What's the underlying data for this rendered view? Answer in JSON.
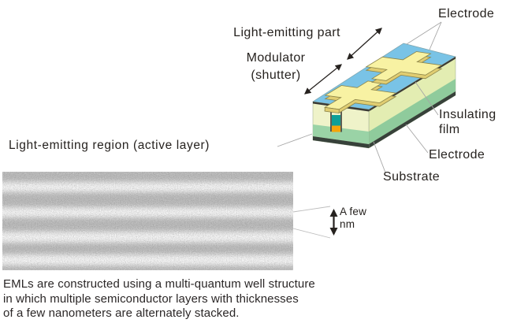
{
  "figure": {
    "device_labels": {
      "light_emitting_part": "Light-emitting part",
      "modulator": "Modulator",
      "modulator_sub": "(shutter)",
      "electrode_top": "Electrode",
      "insulating": "Insulating",
      "insulating_sub": "film",
      "electrode_bottom": "Electrode",
      "substrate": "Substrate",
      "light_emitting_region": "Light-emitting region (active layer)"
    },
    "micrograph": {
      "scale_label_line1": "A few",
      "scale_label_line2": "nm",
      "description": "TEM cross-section with alternating dark and light horizontal layers"
    },
    "caption_lines": [
      "EMLs are constructed using a multi-quantum well structure",
      "in which multiple semiconductor layers with thicknesses",
      "of a few nanometers are alternately stacked."
    ],
    "colors": {
      "insulating_film_blue": "#79c3e6",
      "electrode_cross_yellow": "#f8f2a3",
      "electrode_cross_side_yellow": "#e0cd72",
      "epi_layer_front": "#eff3c9",
      "epi_layer_side": "#e3edb2",
      "substrate_green_front": "#9ad3a6",
      "substrate_green_side": "#8fcb9c",
      "electrode_dark_layer": "#3a3a36",
      "active_region_teal": "#0d9f97",
      "active_region_orange": "#f4a40a",
      "text_dark": "#26221f",
      "leader_gray": "#a6a6a6"
    }
  }
}
